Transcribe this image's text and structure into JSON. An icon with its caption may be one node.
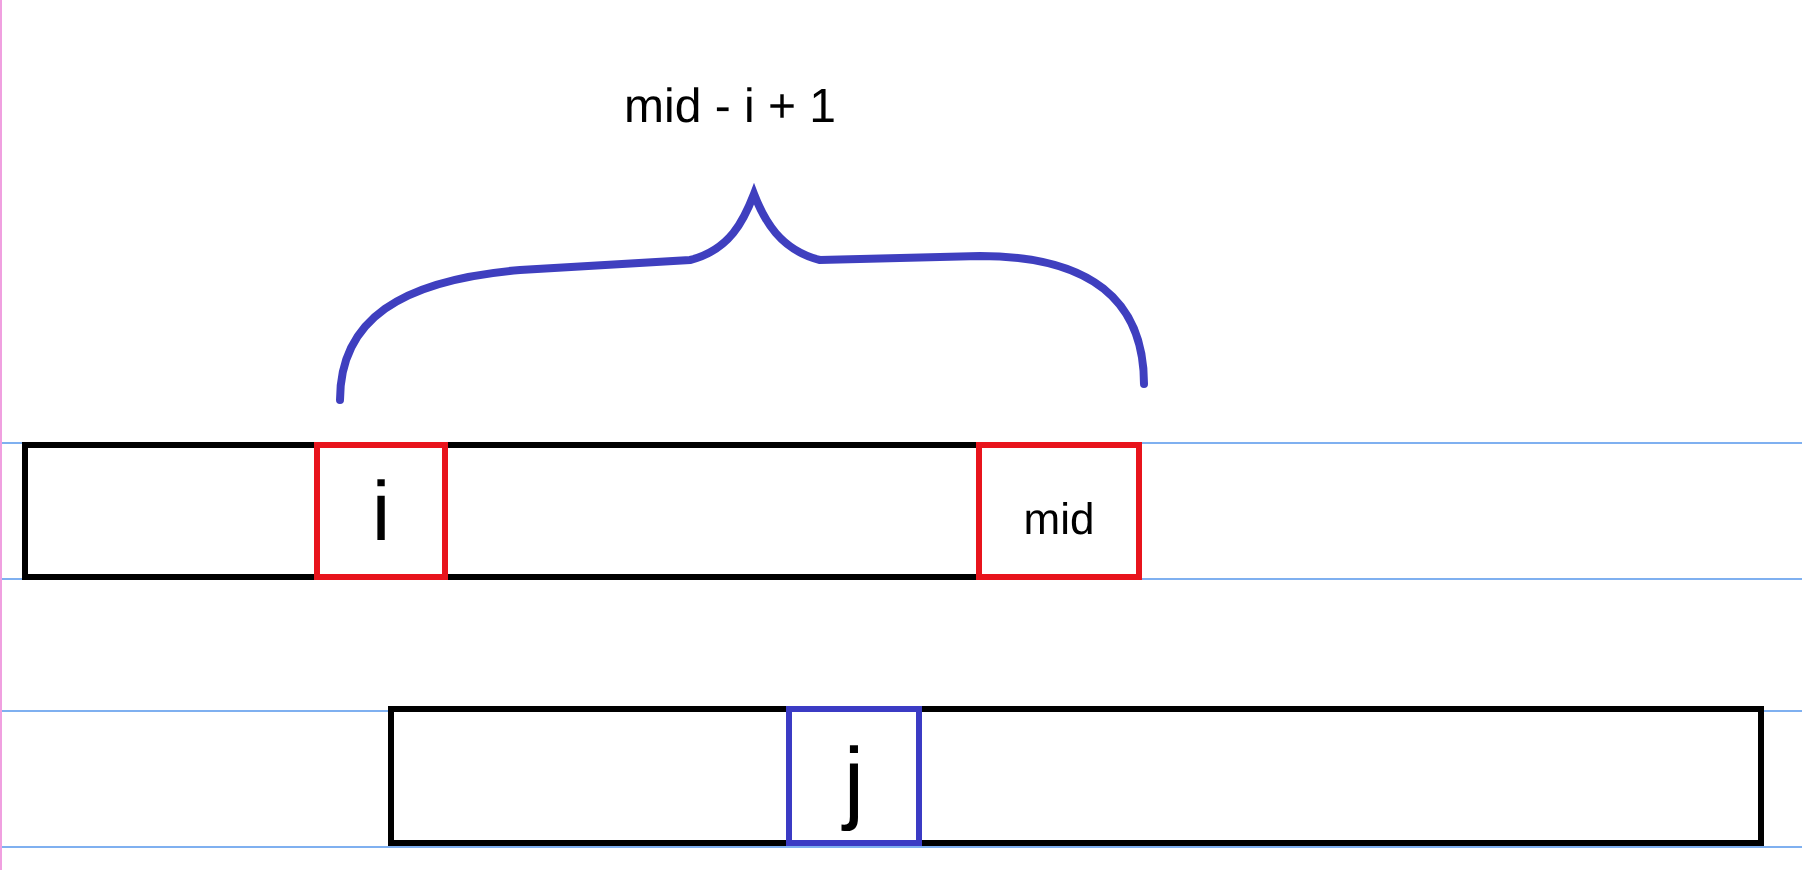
{
  "diagram": {
    "nodes": [
      {
        "text": [],
        "shape": "box"
      },
      {
        "text": [
          "i"
        ],
        "in": 0
      },
      {
        "text": [
          "mid"
        ],
        "in": 0
      },
      {
        "text": [],
        "shape": "box"
      },
      {
        "text": [
          "j"
        ],
        "in": 3
      }
    ],
    "labels": [
      "mid - i + 1"
    ]
  }
}
